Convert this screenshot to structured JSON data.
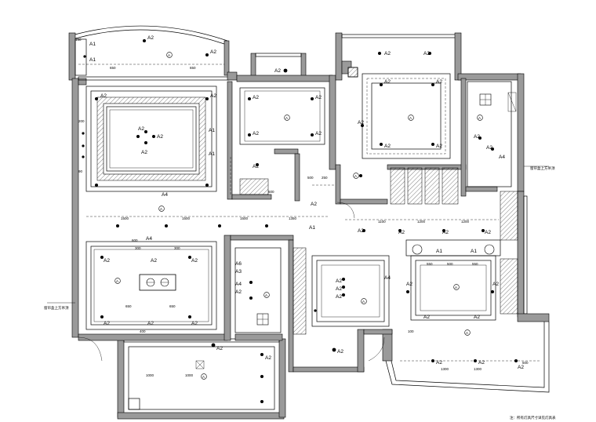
{
  "drawing": {
    "light_labels": {
      "a1": "A1",
      "a2": "A2",
      "a3": "A3",
      "a4": "A4",
      "a6": "A6"
    },
    "dimensions": {
      "d90": "90",
      "d100": "100",
      "d150": "150",
      "d200": "200",
      "d250": "250",
      "d300": "300",
      "d400": "400",
      "d500": "500",
      "d550": "550",
      "d600": "600",
      "d650": "650",
      "d1000": "1000",
      "d1100": "1100",
      "d1200": "1200",
      "d1300": "1300",
      "d1350": "1350",
      "d1500": "1500"
    },
    "annotations": {
      "left_callout": "窗帘盒上方吊顶",
      "right_callout": "窗帘盒上方吊顶",
      "bottom_right": "注：所有灯具尺寸详见灯具表"
    },
    "room_marks": {
      "a": "A"
    }
  }
}
